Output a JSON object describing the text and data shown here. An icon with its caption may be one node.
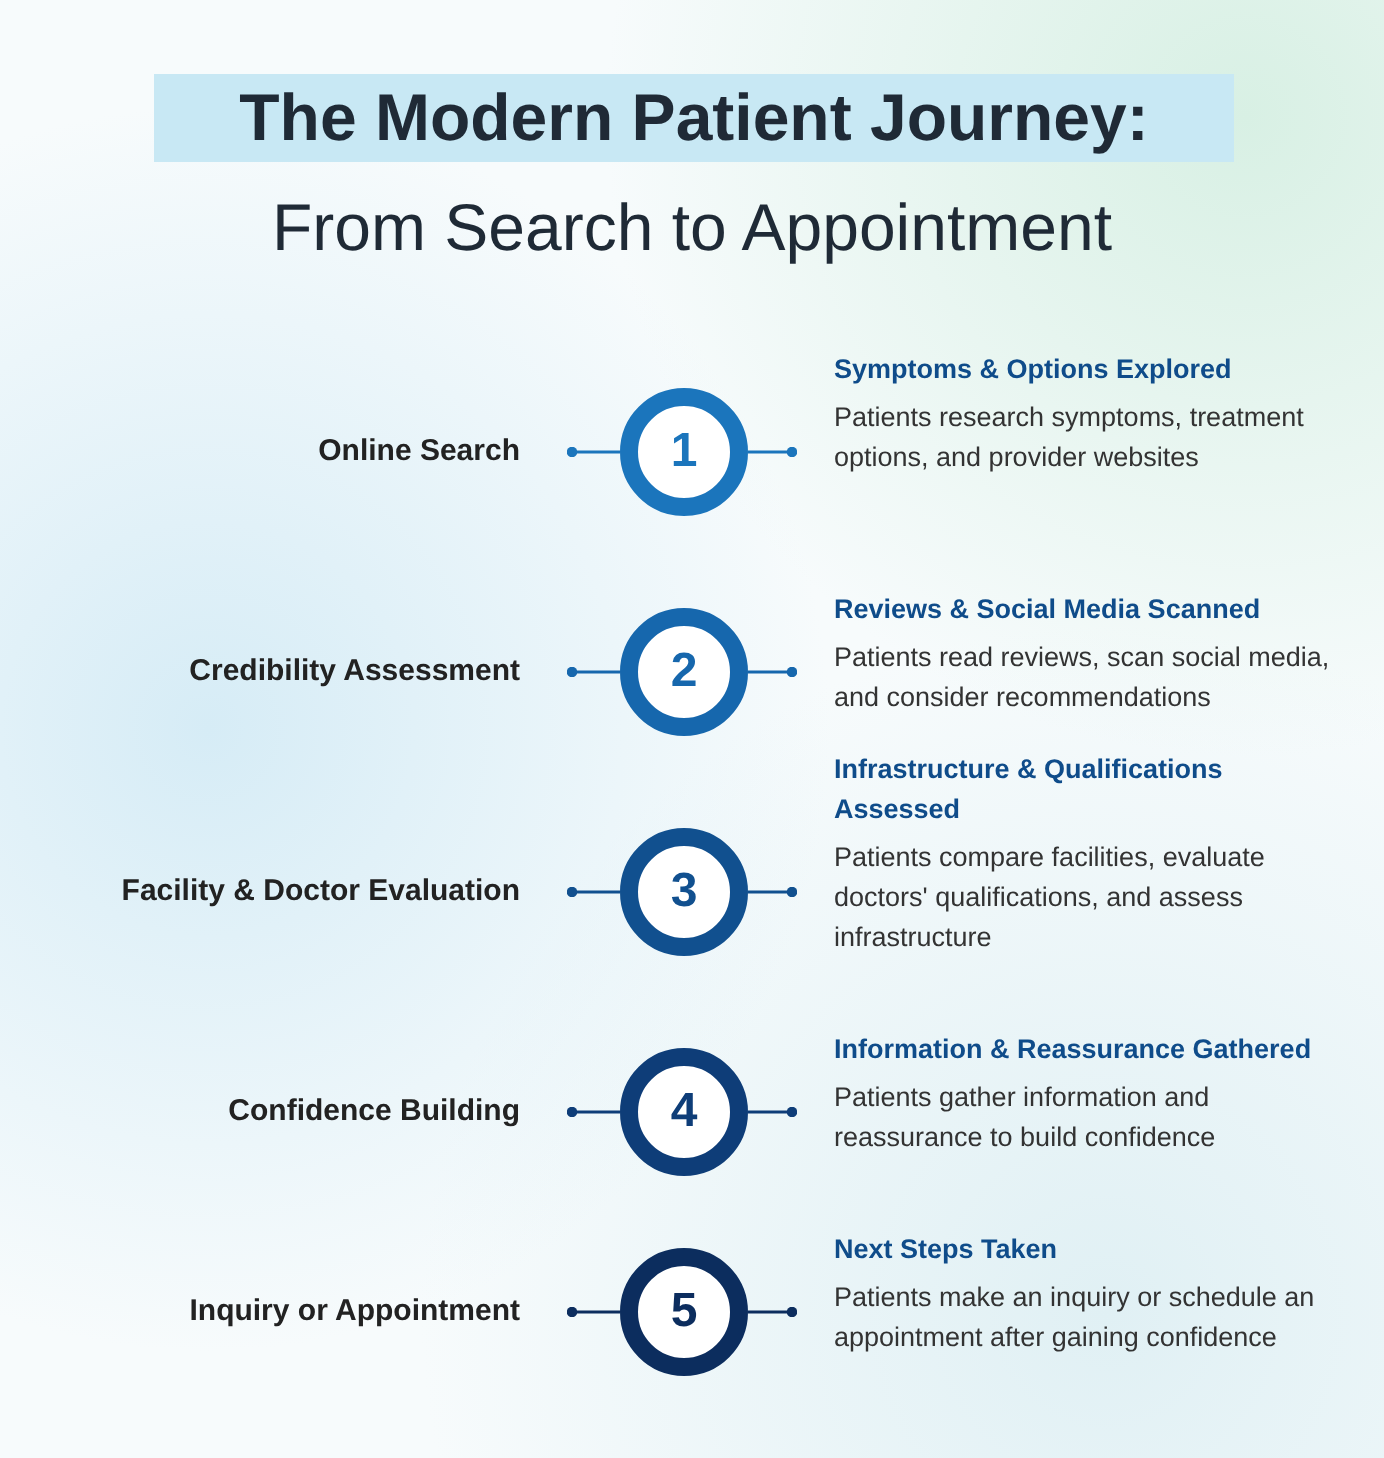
{
  "diagram": {
    "title": "The Modern Patient Journey:",
    "nodes": [
      {
        "text": [
          "Online Search"
        ]
      },
      {
        "text": [
          "1"
        ]
      },
      {
        "text": [
          "Symptoms & Options Explored",
          "Patients research symptoms, treatment options, and provider websites"
        ]
      },
      {
        "text": [
          "Credibility Assessment"
        ]
      },
      {
        "text": [
          "2"
        ]
      },
      {
        "text": [
          "Reviews & Social Media Scanned",
          "Patients read reviews, scan social media, and consider recommendations"
        ]
      },
      {
        "text": [
          "Facility & Doctor Evaluation"
        ]
      },
      {
        "text": [
          "3"
        ]
      },
      {
        "text": [
          "Infrastructure & Qualifications Assessed",
          "Patients compare facilities, evaluate doctors' qualifications, and assess infrastructure"
        ]
      },
      {
        "text": [
          "Confidence Building"
        ]
      },
      {
        "text": [
          "4"
        ]
      },
      {
        "text": [
          "Information & Reassurance Gathered",
          "Patients gather information and reassurance to build confidence"
        ]
      },
      {
        "text": [
          "Inquiry or Appointment"
        ]
      },
      {
        "text": [
          "5"
        ]
      },
      {
        "text": [
          "Next Steps Taken",
          "Patients make an inquiry or schedule an appointment after gaining confidence"
        ]
      }
    ],
    "edges": [
      {
        "from": 0,
        "to": 1,
        "arrow": "other",
        "color": "#1b75bc"
      },
      {
        "from": 2,
        "to": 1,
        "arrow": "other",
        "color": "#1b75bc"
      },
      {
        "from": 3,
        "to": 4,
        "arrow": "other",
        "color": "#1667ad"
      },
      {
        "from": 5,
        "to": 4,
        "arrow": "other",
        "color": "#1667ad"
      },
      {
        "from": 6,
        "to": 7,
        "arrow": "other",
        "color": "#11508f"
      },
      {
        "from": 8,
        "to": 7,
        "arrow": "other",
        "color": "#11508f"
      },
      {
        "from": 9,
        "to": 10,
        "arrow": "other",
        "color": "#0e3d78"
      },
      {
        "from": 11,
        "to": 10,
        "arrow": "other",
        "color": "#0e3d78"
      },
      {
        "from": 12,
        "to": 13,
        "arrow": "other",
        "color": "#0c2d5e"
      },
      {
        "from": 14,
        "to": 13,
        "arrow": "other",
        "color": "#0c2d5e"
      }
    ],
    "labels": [
      "From Search to Appointment"
    ]
  }
}
